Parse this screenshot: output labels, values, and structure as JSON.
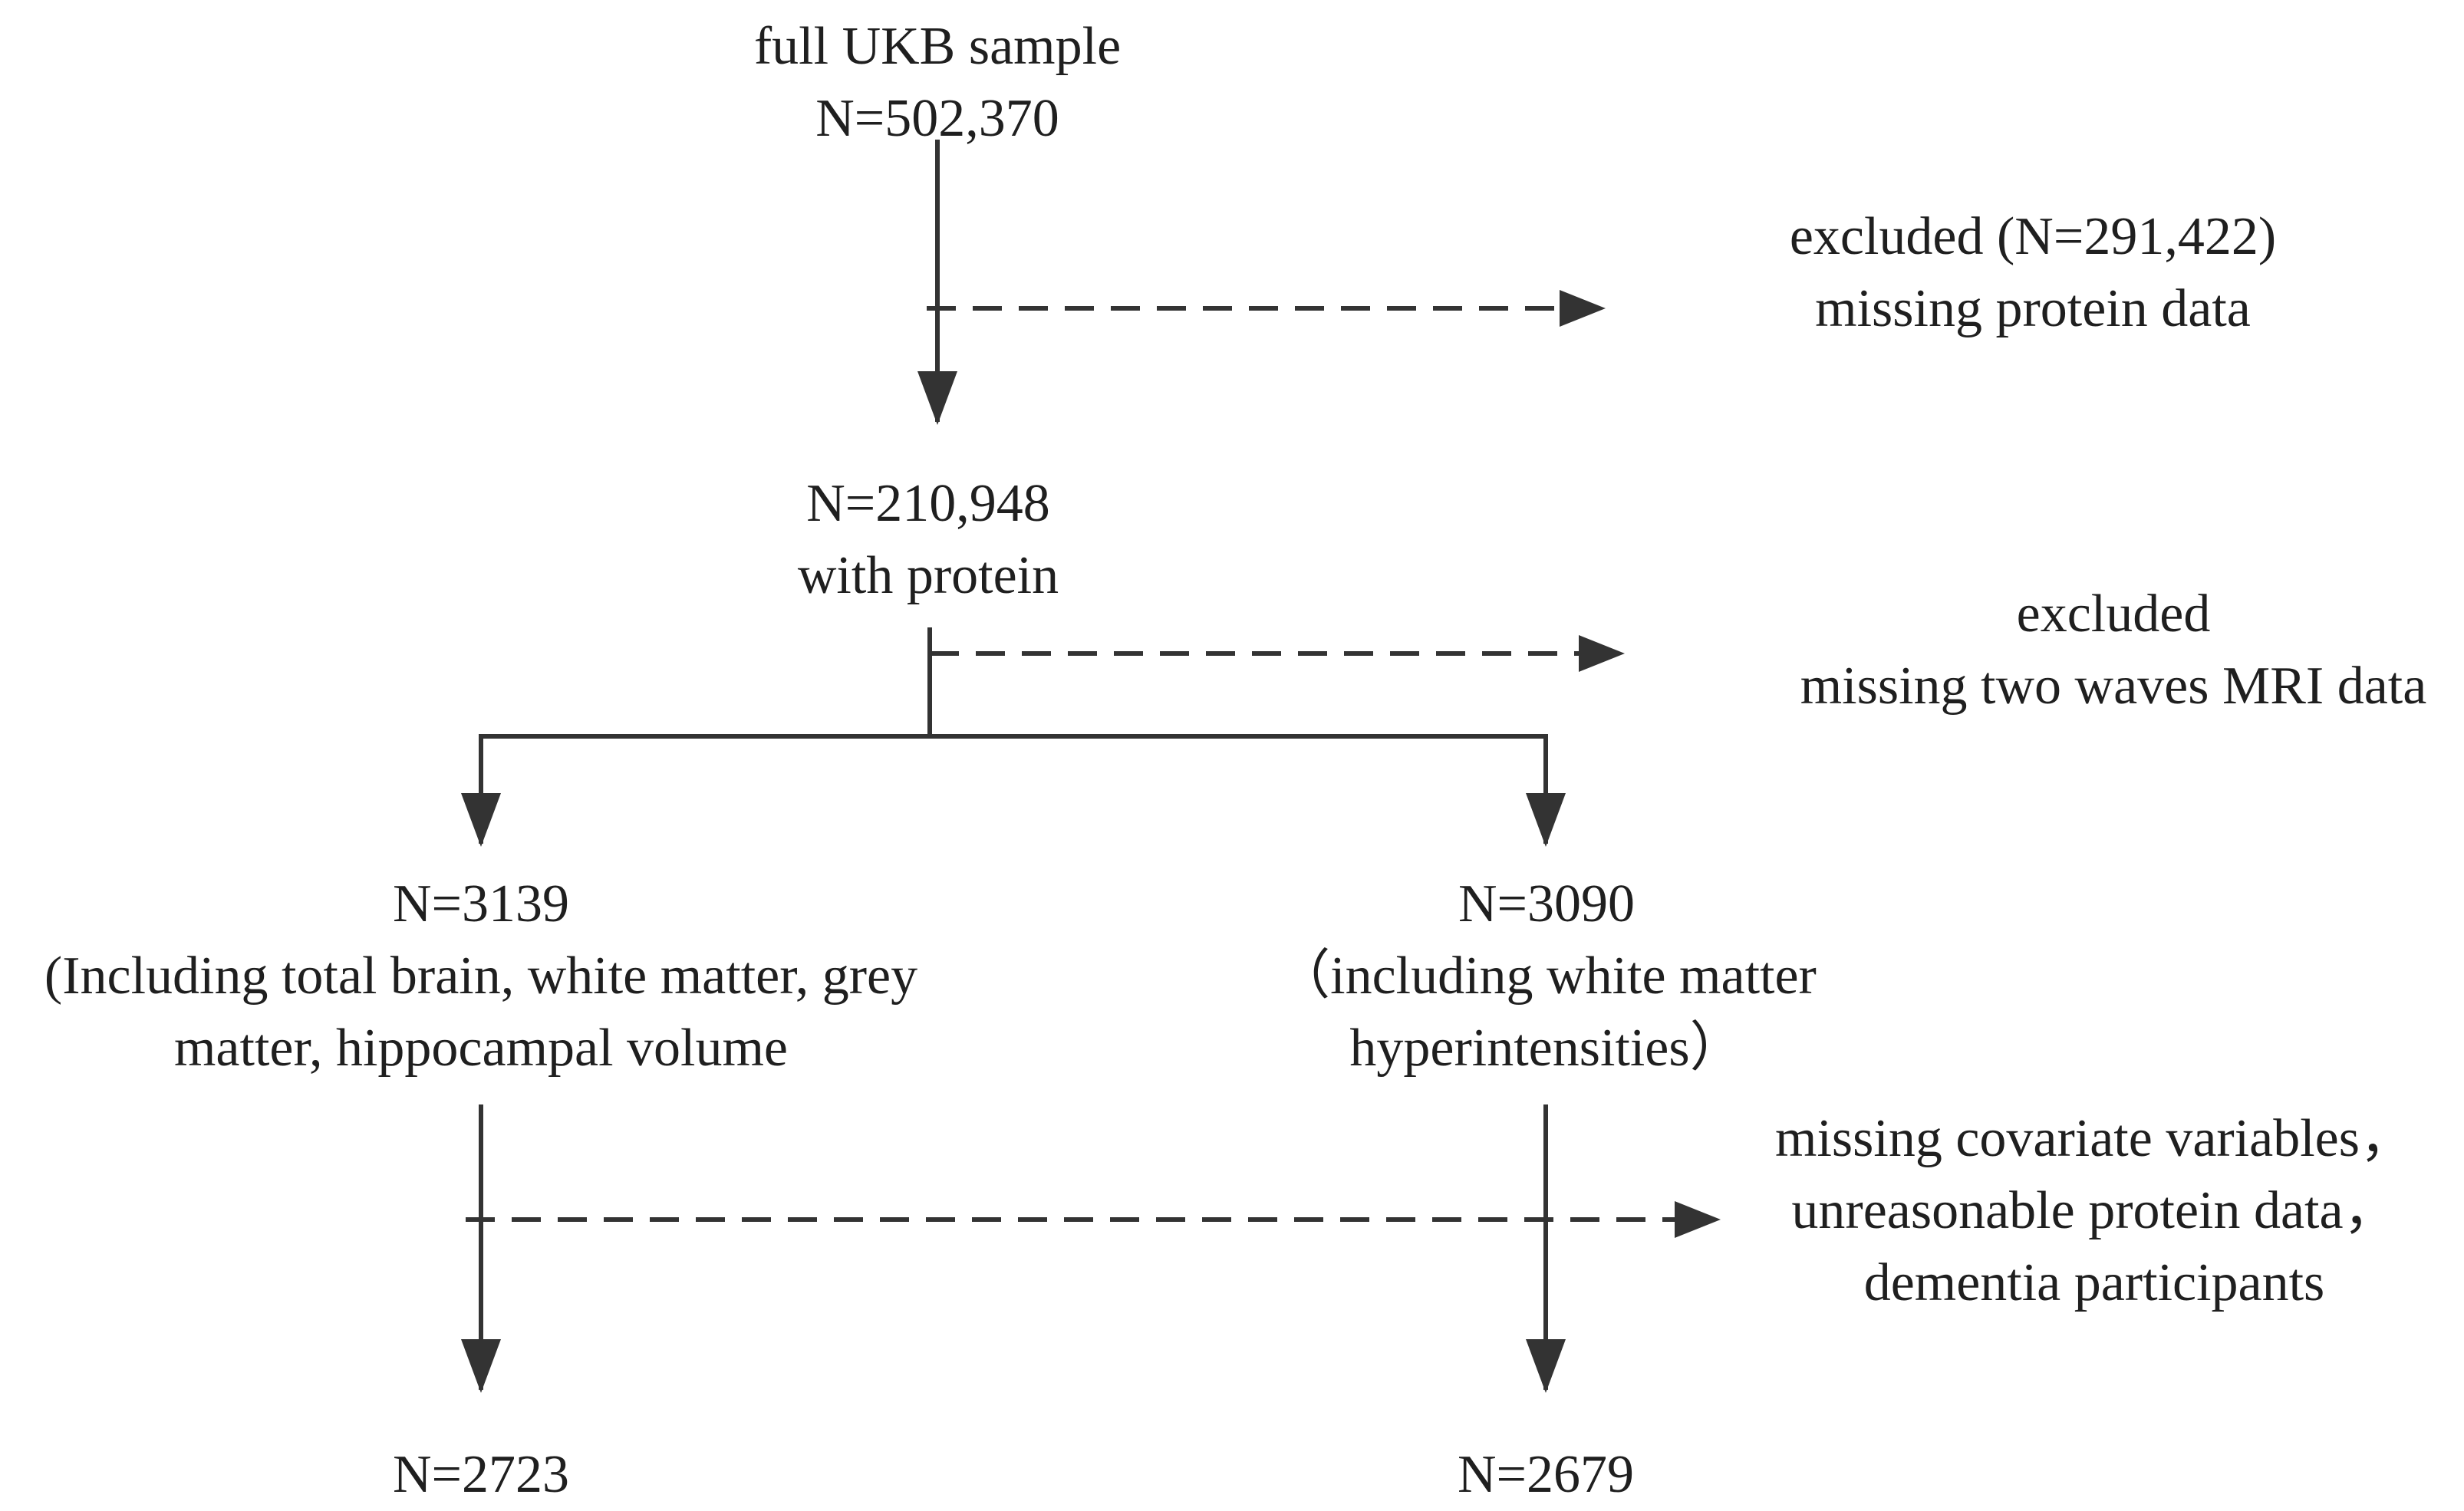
{
  "nodes": {
    "full_sample": {
      "line1": "full UKB sample",
      "line2": "N=502,370"
    },
    "excluded_protein": {
      "line1": "excluded (N=291,422)",
      "line2": "missing protein data"
    },
    "with_protein": {
      "line1": "N=210,948",
      "line2": "with protein"
    },
    "excluded_mri": {
      "line1": "excluded",
      "line2": "missing two waves MRI data"
    },
    "left_branch": {
      "line1": "N=3139",
      "line2": "(Including total brain, white matter, grey",
      "line3": "matter, hippocampal volume"
    },
    "right_branch": {
      "line1": "N=3090",
      "line2": "（including white matter",
      "line3": "hyperintensities）"
    },
    "excluded_covariates": {
      "line1": "missing covariate variables，",
      "line2": "unreasonable protein data，",
      "line3": "dementia participants"
    },
    "left_final": {
      "line1": "N=2723"
    },
    "right_final": {
      "line1": "N=2679"
    }
  }
}
